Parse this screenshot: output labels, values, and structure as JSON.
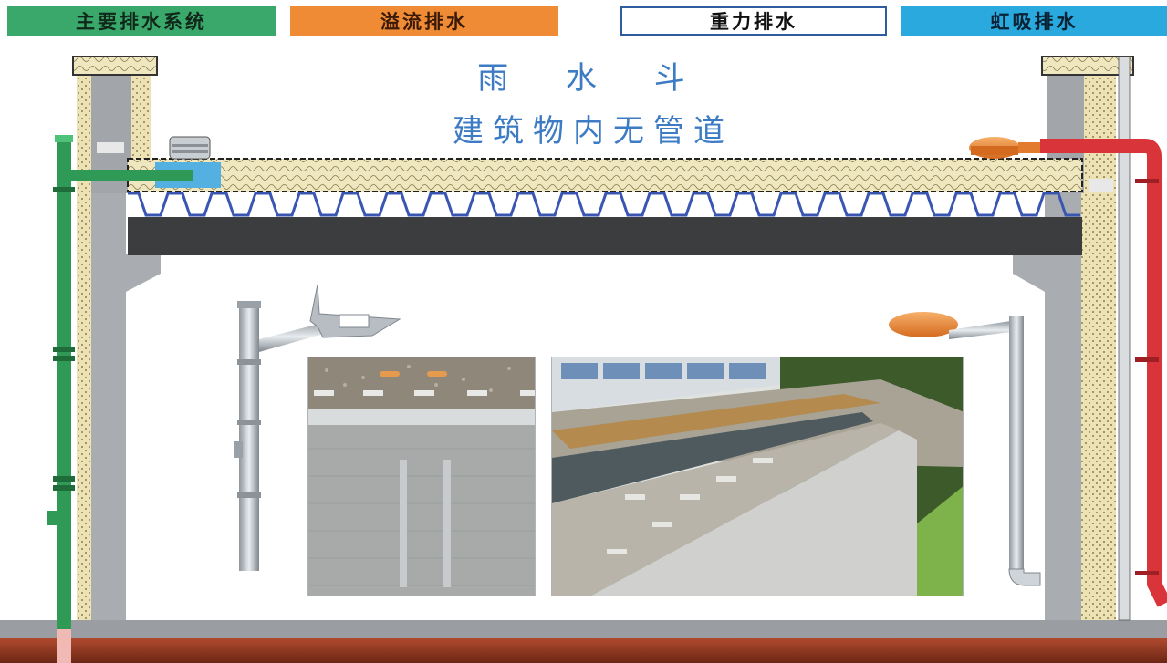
{
  "legend": {
    "main_drainage": "主要排水系统",
    "overflow_drainage": "溢流排水",
    "gravity_drainage": "重力排水",
    "siphonic_drainage": "虹吸排水"
  },
  "title": {
    "line1": "雨 水 斗",
    "line2": "建筑物内无管道"
  },
  "colors": {
    "main": "#3aa86a",
    "overflow": "#ef8a35",
    "gravity": "#2f5b9f",
    "siphonic": "#2aa9df",
    "title": "#3d7cc4",
    "siphon_pipe": "#d9343a"
  },
  "icons": [
    "rain-outlet-icon",
    "siphonic-outlet-icon",
    "downpipe-icon"
  ]
}
